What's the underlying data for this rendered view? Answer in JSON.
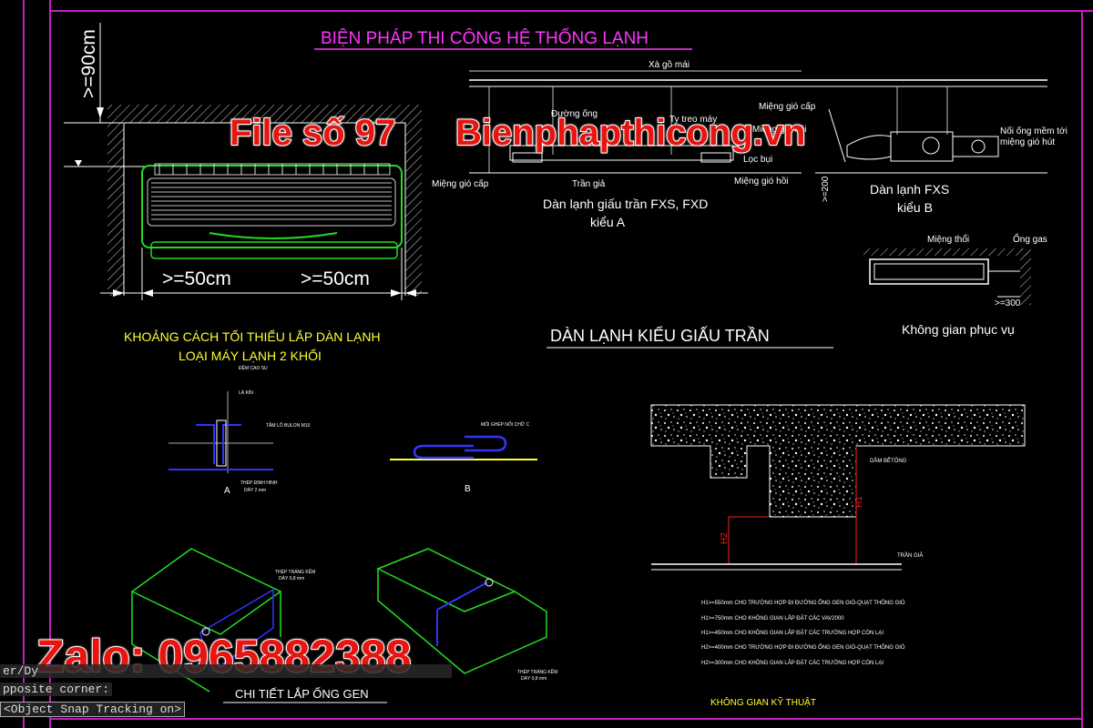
{
  "drawing": {
    "title": "BIỆN PHÁP THI CÔNG HỆ THỐNG LẠNH",
    "split_unit": {
      "dim_top": ">=90cm",
      "dim_left": ">=50cm",
      "dim_right": ">=50cm",
      "caption_line1": "KHOẢNG CÁCH TỐI THIỂU LẮP DÀN LẠNH",
      "caption_line2": "LOẠI MÁY LẠNH 2 KHỐI"
    },
    "type_a": {
      "label_beam": "Xà gồ mái",
      "label_pipe": "Đường ống",
      "label_hanger": "Ty treo máy",
      "label_supply": "Miệng gió cấp",
      "label_ceiling": "Trần giả",
      "label_return": "Miệng gió hồi",
      "caption_line1": "Dàn lạnh giấu trần FXS, FXD",
      "caption_line2": "kiểu A"
    },
    "type_b": {
      "label_supply": "Miệng gió cấp",
      "label_return_short": "Miệng gió hồi",
      "label_filter": "Lọc bụi",
      "label_flex": "Nối ống mềm tới",
      "label_flex2": "miệng gió hút",
      "dim_200": ">=200",
      "caption_line1": "Dàn lạnh FXS",
      "caption_line2": "kiểu B"
    },
    "service": {
      "label_outlet": "Miệng thổi",
      "label_gas": "Ống gas",
      "dim_300": ">=300",
      "caption": "Không gian phục vụ"
    },
    "concealed_title": "DÀN LẠNH KIỂU GIẤU TRẦN",
    "duct_detail": {
      "top_label": "ĐỆM CAO SU",
      "label_sheet": "LÁ KÍN",
      "label_bolt": "TẮM LỖ BULON M10",
      "label_steel": "THÉP ĐỊNH HÌNH",
      "label_thick": "DÀY 2 mm",
      "label_seam": "MỐI GHÉP NỐI CHỮ C",
      "mark_a": "A",
      "mark_b": "B",
      "label_galv1": "THÉP TRÁNG KẼM",
      "label_galv1b": "DÀY 0,8 mm",
      "label_galv2": "THÉP TRÁNG KẼM",
      "label_galv2b": "DÀY 0,8 mm",
      "caption": "CHI TIẾT LẮP ỐNG GEN"
    },
    "tech_space": {
      "label_beam": "DẦM BÊTÔNG",
      "label_h1": "H1",
      "label_h2": "H2",
      "label_ceiling": "TRẦN GIẢ",
      "notes": [
        "H1>=550mm CHO TRƯỜNG HỢP ĐI ĐƯỜNG ỐNG GEN GIÓ-QUẠT THÔNG GIÓ",
        "H1>=750mm CHO KHÔNG GIAN LẮP ĐẶT CÁC VAV2000",
        "H1>=450mm CHO KHÔNG GIAN LẮP ĐẶT CÁC TRƯỜNG HỢP CÒN LẠI",
        "H2>=400mm CHO TRƯỜNG HỢP ĐI ĐƯỜNG ỐNG GEN GIÓ-QUẠT THÔNG GIÓ",
        "H2>=300mm CHO KHÔNG GIAN LẮP ĐẶT CÁC TRƯỜNG HỢP CÒN LẠI"
      ],
      "caption": "KHÔNG GIAN KỸ THUẬT"
    }
  },
  "overlay": {
    "file_label": "File số 97",
    "site_label": "Bienphapthicong.vn",
    "zalo_label": "Zalo: 0965882388"
  },
  "command_line": {
    "line1": "er/Dy",
    "line2": "pposite corner:",
    "line3": "<Object Snap Tracking on>"
  },
  "colors": {
    "background": "#000000",
    "frame": "#c020c0",
    "title": "#ff33ff",
    "caption_yellow": "#ffff33",
    "unit_green": "#22dd22",
    "duct_blue": "#3333ff",
    "dim_red": "#ee2222",
    "overlay_red": "#e8140f"
  }
}
